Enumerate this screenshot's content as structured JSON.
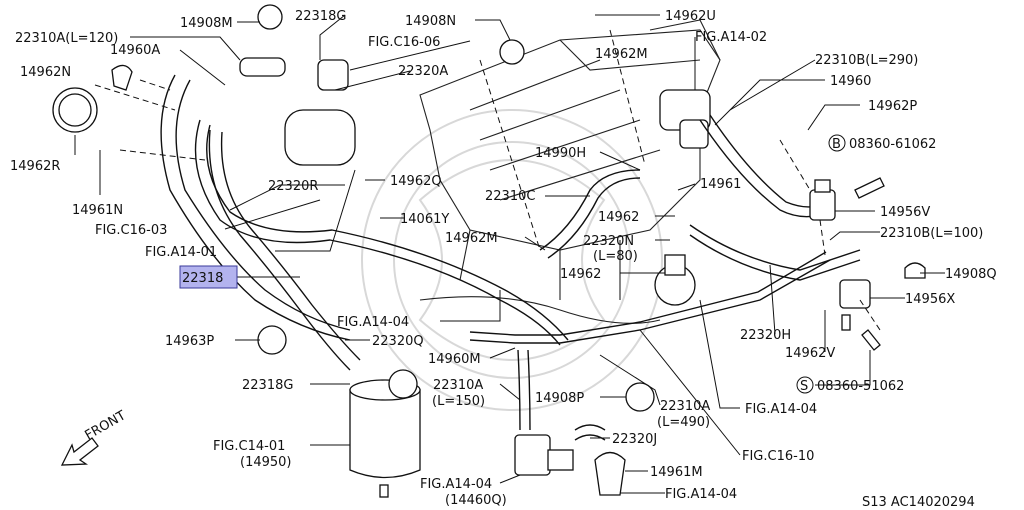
{
  "diagram": {
    "labels": {
      "l_22310A_120": "22310A(L=120)",
      "l_14908M_a": "14908M",
      "l_22318G_a": "22318G",
      "l_14908N": "14908N",
      "l_14962U": "14962U",
      "l_14960A": "14960A",
      "l_figC1606": "FIG.C16-06",
      "l_figA1402": "FIG.A14-02",
      "l_22310B_290": "22310B(L=290)",
      "l_14962M_a": "14962M",
      "l_14962N": "14962N",
      "l_22320A": "22320A",
      "l_14960": "14960",
      "l_14962P": "14962P",
      "l_08360_61062": "08360-61062",
      "l_14962R": "14962R",
      "l_14990H": "14990H",
      "l_14962Q": "14962Q",
      "l_14961": "14961",
      "l_14961N": "14961N",
      "l_22310C": "22310C",
      "l_22320R": "22320R",
      "l_14956V": "14956V",
      "l_14962_a": "14962",
      "l_14061Y": "14061Y",
      "l_figC1603": "FIG.C16-03",
      "l_14962M_b": "14962M",
      "l_22320N": "22320N",
      "l_22310B_100": "22310B(L=100)",
      "l_figA1401": "FIG.A14-01",
      "l_L80": "(L=80)",
      "l_22318_highlight": "22318",
      "l_14962_b": "14962",
      "l_14908Q": "14908Q",
      "l_14956X": "14956X",
      "l_figA1404_a": "FIG.A14-04",
      "l_14963P": "14963P",
      "l_22320Q": "22320Q",
      "l_22320H": "22320H",
      "l_14960M": "14960M",
      "l_14962V": "14962V",
      "l_22318G_b": "22318G",
      "l_22310A_150_a": "22310A",
      "l_22310A_150_b": "(L=150)",
      "l_08360_51062": "08360-51062",
      "l_14908P": "14908P",
      "l_22310A_490_a": "22310A",
      "l_22310A_490_b": "(L=490)",
      "l_figA1404_b": "FIG.A14-04",
      "l_front": "FRONT",
      "l_figC1401": "FIG.C14-01",
      "l_14950": "(14950)",
      "l_22320J": "22320J",
      "l_figC1610": "FIG.C16-10",
      "l_14961M": "14961M",
      "l_figA1404_c": "FIG.A14-04",
      "l_14460Q": "(14460Q)",
      "l_figA1404_d": "FIG.A14-04",
      "l_footer_code": "S13  AC14020294"
    },
    "symbols": {
      "circled_b": "B",
      "circled_s": "S"
    }
  }
}
